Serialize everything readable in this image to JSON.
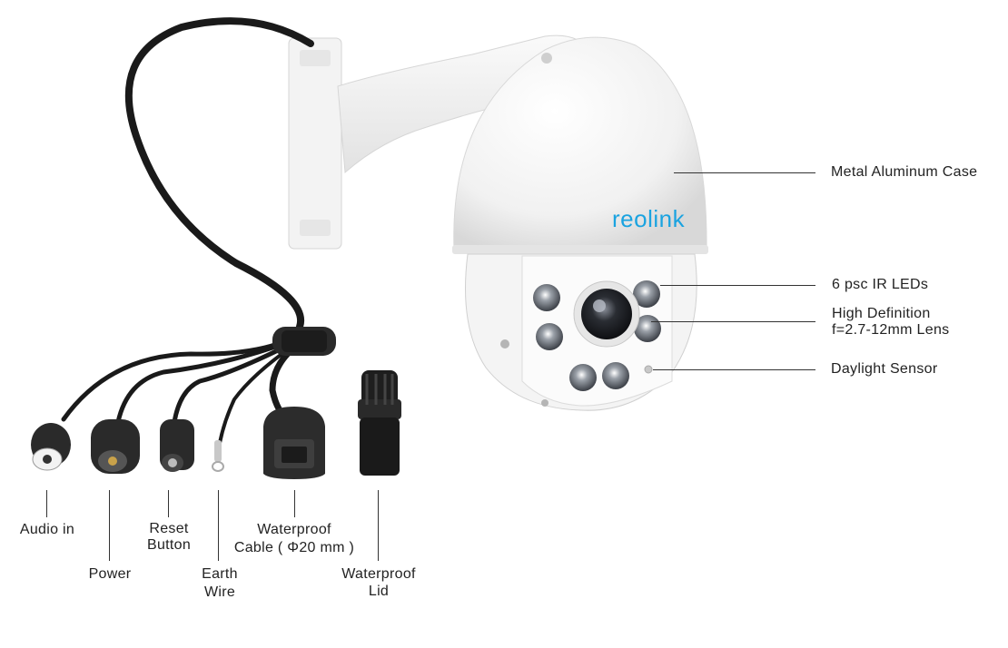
{
  "brand": {
    "logo_text": "reolink"
  },
  "callouts": {
    "case": "Metal Aluminum Case",
    "ir_leds": "6 psc IR LEDs",
    "lens_line1": "High Definition",
    "lens_line2": "f=2.7-12mm Lens",
    "daylight": "Daylight Sensor"
  },
  "connectors": {
    "audio": "Audio in",
    "power": "Power",
    "reset_line1": "Reset",
    "reset_line2": "Button",
    "earth_line1": "Earth",
    "earth_line2": "Wire",
    "cable_line1": "Waterproof",
    "cable_line2": "Cable ( Φ20 mm )",
    "lid_line1": "Waterproof",
    "lid_line2": "Lid"
  },
  "colors": {
    "brand_blue": "#1aa3e0",
    "led": "#5a5f6a",
    "cable": "#1a1a1a"
  }
}
